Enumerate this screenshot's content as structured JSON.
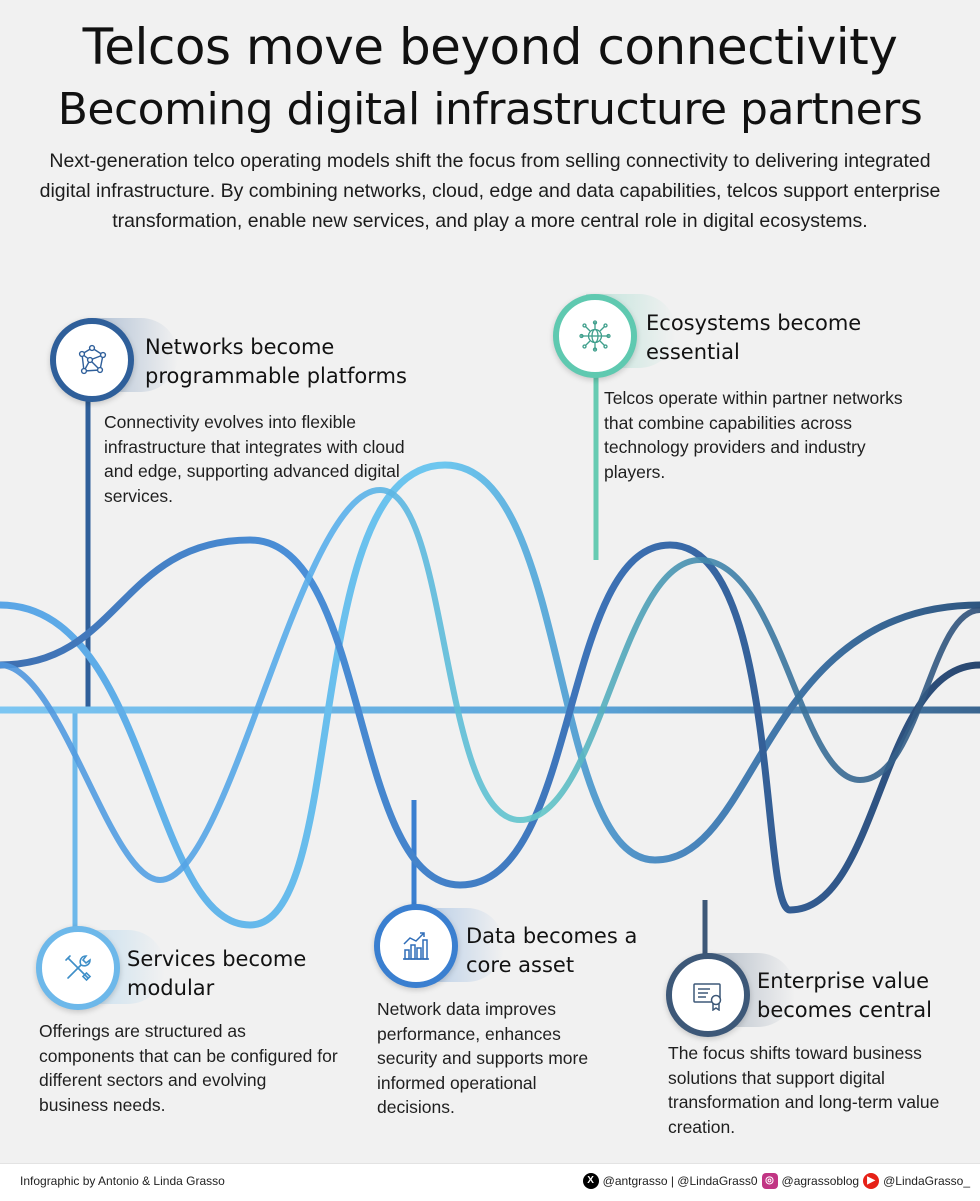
{
  "header": {
    "title_line1": "Telcos move beyond connectivity",
    "title_line2": "Becoming digital infrastructure partners",
    "intro": "Next-generation telco operating models shift the focus from selling connectivity to delivering integrated digital infrastructure. By combining networks, cloud, edge and data capabilities, telcos support enterprise transformation, enable new services, and play a more central role in digital ecosystems."
  },
  "items": [
    {
      "title": "Networks become programmable platforms",
      "text": "Connectivity evolves into flexible infrastructure that integrates with cloud and edge, supporting advanced digital services.",
      "icon": "network-mesh-icon",
      "color": "#2f5f9a"
    },
    {
      "title": "Ecosystems become essential",
      "text": "Telcos operate within partner networks that combine capabilities across technology providers and industry players.",
      "icon": "globe-network-icon",
      "color": "#5fc9b0"
    },
    {
      "title": "Services become modular",
      "text": "Offerings are structured as components that can be configured for different sectors and evolving business needs.",
      "icon": "tools-icon",
      "color": "#6db8ea"
    },
    {
      "title": "Data becomes a core asset",
      "text": "Network data improves performance, enhances security and supports more informed operational decisions.",
      "icon": "bar-chart-icon",
      "color": "#3a7fd0"
    },
    {
      "title": "Enterprise value becomes central",
      "text": "The focus shifts toward business solutions that support digital transformation and long-term value creation.",
      "icon": "certificate-icon",
      "color": "#3d5878"
    }
  ],
  "footer": {
    "credit": "Infographic by Antonio & Linda Grasso",
    "x_handles": "@antgrasso | @LindaGrass0",
    "instagram": "@agrassoblog",
    "youtube": "@LindaGrasso_"
  }
}
